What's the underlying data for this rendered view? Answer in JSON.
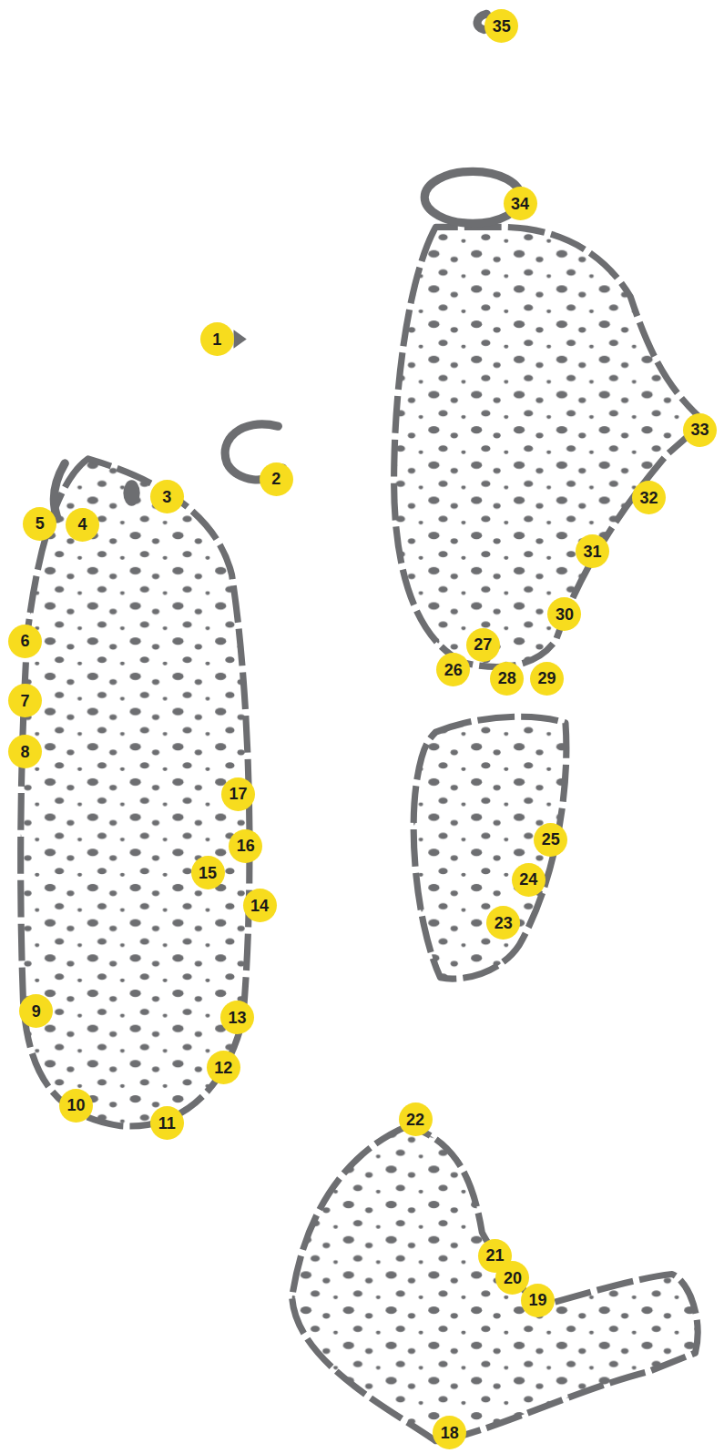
{
  "diagram": {
    "labels": [
      "1",
      "2",
      "3",
      "4",
      "5",
      "6",
      "7",
      "8",
      "9",
      "10",
      "11",
      "12",
      "13",
      "14",
      "15",
      "16",
      "17",
      "18",
      "19",
      "20",
      "21",
      "22",
      "23",
      "24",
      "25",
      "26",
      "27",
      "28",
      "29",
      "30",
      "31",
      "32",
      "33",
      "34",
      "35"
    ]
  }
}
